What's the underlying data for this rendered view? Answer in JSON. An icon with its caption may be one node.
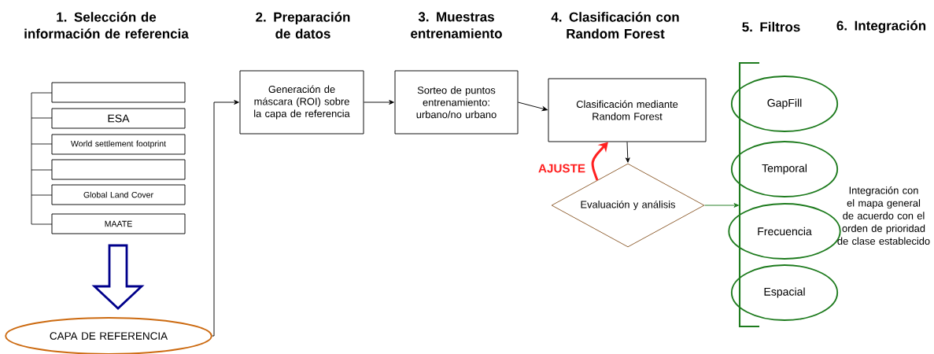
{
  "diagram": {
    "nodes": [
      {
        "text": [],
        "shape": "box"
      },
      {
        "text": [
          "ESA"
        ]
      },
      {
        "text": [
          "World settlement footprint"
        ]
      },
      {
        "text": [],
        "shape": "box"
      },
      {
        "text": [
          "Global Land Cover"
        ]
      },
      {
        "text": [
          "MAATE"
        ]
      },
      {
        "text": [
          "CAPA DE REFERENCIA"
        ]
      },
      {
        "text": [
          "Generación de máscara (ROI) sobre la capa de referencia"
        ]
      },
      {
        "text": [
          "Sorteo de puntos entrenamiento: urbano/no urbano"
        ]
      },
      {
        "text": [
          "Clasificación mediante Random Forest"
        ]
      },
      {
        "text": [
          "Evaluación y análisis"
        ]
      },
      {
        "text": [],
        "shape": "bracket"
      },
      {
        "text": [
          "GapFill"
        ]
      },
      {
        "text": [
          "Temporal"
        ]
      },
      {
        "text": [
          "Frecuencia"
        ]
      },
      {
        "text": [
          "Espacial"
        ]
      }
    ],
    "edges": [
      {
        "from": 5,
        "to": 6,
        "arrow": "to",
        "style": "thick",
        "color": "#00008b"
      },
      {
        "from": 6,
        "to": 7,
        "arrow": "to"
      },
      {
        "from": 7,
        "to": 8,
        "arrow": "to"
      },
      {
        "from": 8,
        "to": 9,
        "arrow": "to"
      },
      {
        "from": 9,
        "to": 10,
        "arrow": "to"
      },
      {
        "from": 10,
        "to": 9,
        "arrow": "to",
        "label": "AJUSTE",
        "style": "thick",
        "color": "#ff2020"
      },
      {
        "from": 10,
        "to": 11,
        "arrow": "to",
        "color": "#1e7b1e"
      }
    ],
    "labels": [
      "1. Selección de información de referencia",
      "2. Preparación de datos",
      "3. Muestras entrenamiento",
      "4. Clasificación con Random Forest",
      "5. Filtros",
      "6. Integración",
      "Integración con el mapa general de acuerdo con el orden de prioridad de clase establecido"
    ]
  }
}
